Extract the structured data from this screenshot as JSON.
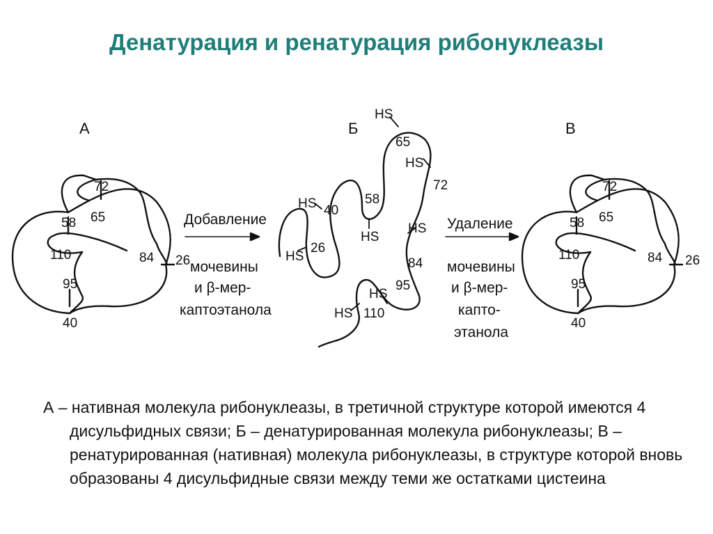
{
  "title": "Денатурация и ренатурация рибонуклеазы",
  "colors": {
    "title": "#1f7e79",
    "lines": "#111111"
  },
  "labels": {
    "A": "А",
    "B": "Б",
    "C": "В"
  },
  "residues": {
    "r72": "72",
    "r65": "65",
    "r58": "58",
    "r110": "110",
    "r84": "84",
    "r26": "26",
    "r95": "95",
    "r40": "40"
  },
  "hs": "HS",
  "arrow1": {
    "line1": "Добавление",
    "line2": "мочевины",
    "line3": "и β-мер-",
    "line4": "каптоэтанола"
  },
  "arrow2": {
    "line1": "Удаление",
    "line2": "мочевины",
    "line3": "и β-мер-",
    "line4": "капто-",
    "line5": "этанола"
  },
  "caption": "А – нативная молекула рибонуклеазы, в третичной структуре которой имеются 4 дисульфидных связи; Б – денатурированная молекула рибонуклеазы; В – ренатурированная (нативная) молекула рибонуклеазы, в структуре которой вновь образованы 4 дисульфидные связи между теми же остатками цистеина"
}
